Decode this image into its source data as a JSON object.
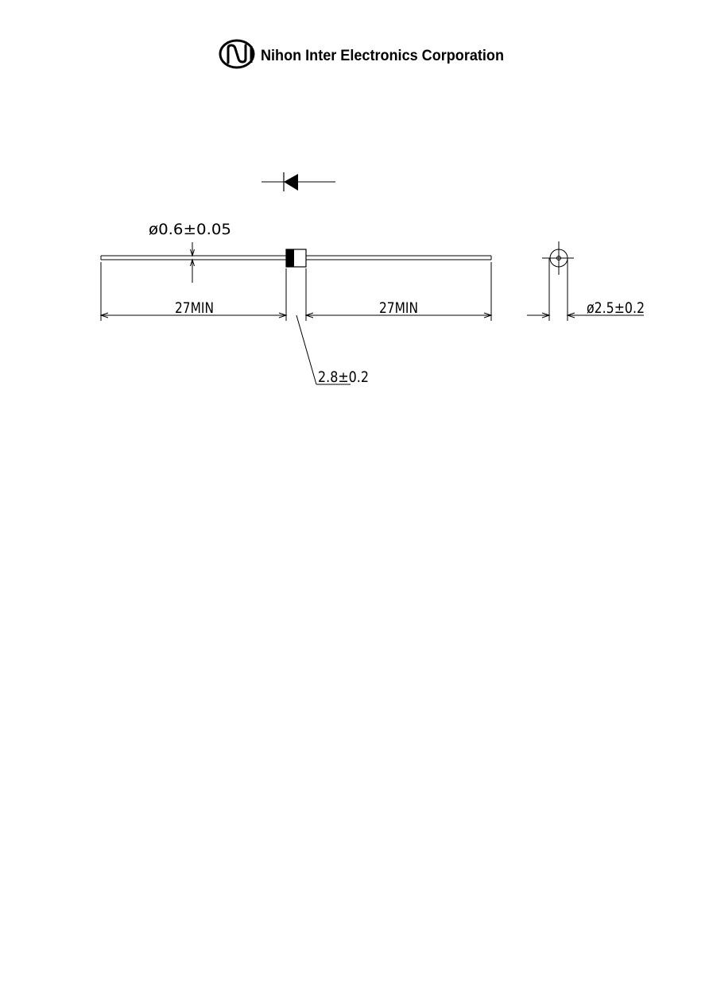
{
  "header": {
    "company_name": "Nihon Inter Electronics Corporation",
    "logo_letters": "NI"
  },
  "drawing": {
    "lead_diameter": "ø0.6±0.05",
    "left_lead_length": "27MIN",
    "right_lead_length": "27MIN",
    "body_length": "2.8±0.2",
    "body_diameter": "ø2.5±0.2"
  },
  "colors": {
    "ink": "#000000",
    "paper": "#ffffff"
  }
}
